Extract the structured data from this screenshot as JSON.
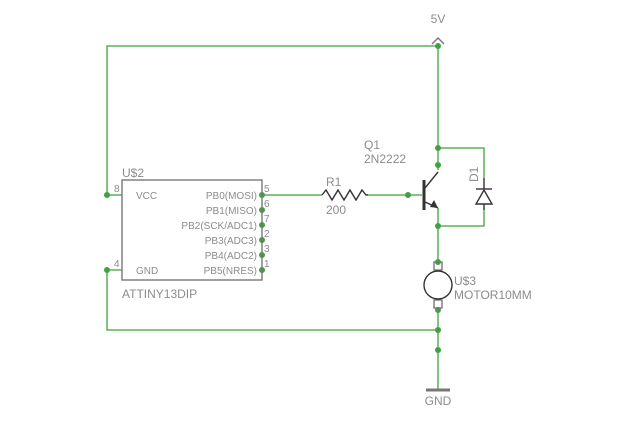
{
  "supply": {
    "label": "5V"
  },
  "ground": {
    "label": "GND"
  },
  "mcu": {
    "ref": "U$2",
    "value": "ATTINY13DIP",
    "left_pins": [
      {
        "num": "8",
        "name": "VCC"
      },
      {
        "num": "4",
        "name": "GND"
      }
    ],
    "right_pins": [
      {
        "num": "5",
        "name": "PB0(MOSI)"
      },
      {
        "num": "6",
        "name": "PB1(MISO)"
      },
      {
        "num": "7",
        "name": "PB2(SCK/ADC1)"
      },
      {
        "num": "2",
        "name": "PB3(ADC3)"
      },
      {
        "num": "3",
        "name": "PB4(ADC2)"
      },
      {
        "num": "1",
        "name": "PB5(NRES)"
      }
    ]
  },
  "resistor": {
    "ref": "R1",
    "value": "200"
  },
  "transistor": {
    "ref": "Q1",
    "value": "2N2222"
  },
  "diode": {
    "ref": "D1"
  },
  "motor": {
    "ref": "U$3",
    "value": "MOTOR10MM"
  },
  "colors": {
    "wire": "#3fa13f",
    "label": "#8c8c8c",
    "body": "#777777"
  }
}
